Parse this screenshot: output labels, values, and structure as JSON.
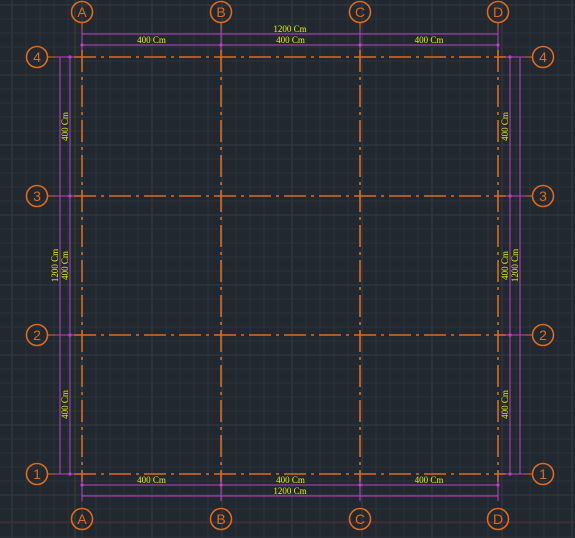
{
  "colors": {
    "background": "#212830",
    "grid_minor": "#2a323c",
    "grid_major": "#333c47",
    "axis_line": "#e06a1c",
    "bubble": "#e06a1c",
    "dimension_line": "#c040c0",
    "dimension_text": "#e8f000"
  },
  "columns": [
    "A",
    "B",
    "C",
    "D"
  ],
  "rows": [
    "1",
    "2",
    "3",
    "4"
  ],
  "dimensions": {
    "top": {
      "overall": "1200 Cm",
      "spans": [
        "400 Cm",
        "400 Cm",
        "400 Cm"
      ]
    },
    "bottom": {
      "overall": "1200 Cm",
      "spans": [
        "400 Cm",
        "400 Cm",
        "400 Cm"
      ]
    },
    "left": {
      "overall": "1200 Cm",
      "spans": [
        "400 Cm",
        "400 Cm",
        "400 Cm"
      ]
    },
    "right": {
      "overall": "1200 Cm",
      "spans": [
        "400 Cm",
        "400 Cm",
        "400 Cm"
      ]
    }
  }
}
